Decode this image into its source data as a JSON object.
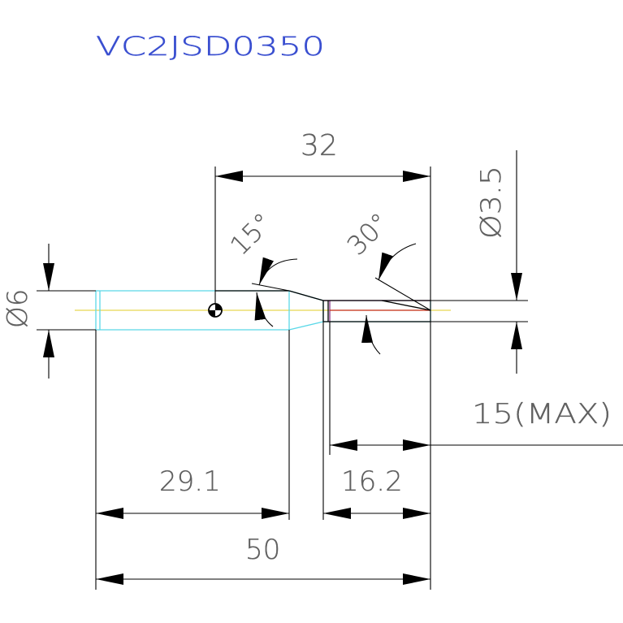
{
  "part_number": "VC2JSD0350",
  "dimensions": {
    "top_length": "32",
    "shank_diameter": "Ø6",
    "tip_diameter": "Ø3.5",
    "taper_angle_1": "15°",
    "taper_angle_2": "30°",
    "max_depth": "15(MAX)",
    "shank_length": "29.1",
    "tip_length": "16.2",
    "overall_length": "50"
  },
  "colors": {
    "title": "#3a4fd0",
    "outline": "#5ad8e8",
    "center_line": "#e8d850",
    "tip_line": "#c8302a",
    "tip_face": "#8a3a8a",
    "dimension": "#000000",
    "label": "#606060"
  }
}
